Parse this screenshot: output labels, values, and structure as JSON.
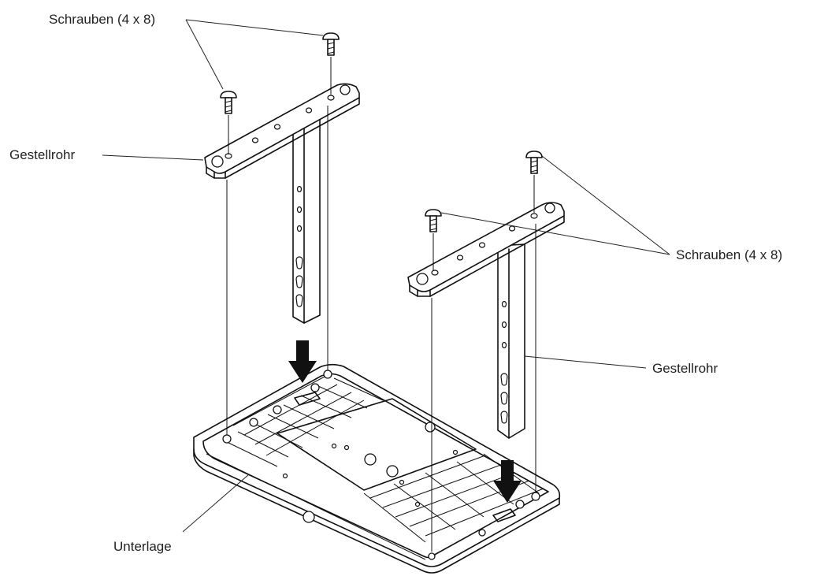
{
  "labels": {
    "screws_top": "Schrauben (4 x 8)",
    "tube_left": "Gestellrohr",
    "screws_right": "Schrauben (4 x 8)",
    "tube_right": "Gestellrohr",
    "base": "Unterlage"
  }
}
